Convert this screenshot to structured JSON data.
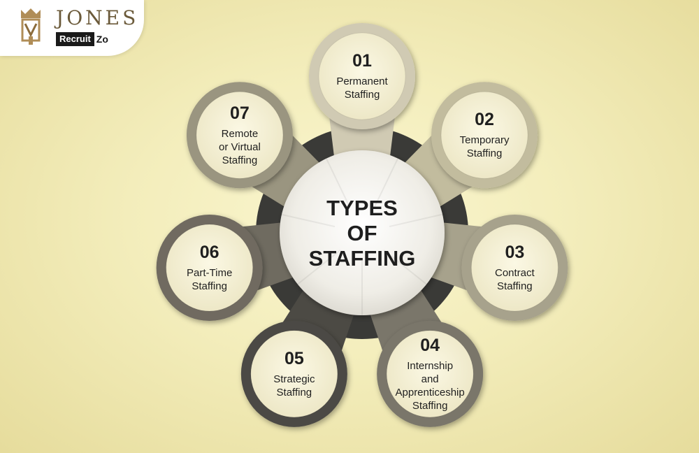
{
  "logo": {
    "main": "JONES",
    "sub_a": "Recruit",
    "sub_b": "Zo"
  },
  "center": {
    "lines": [
      "TYPES",
      "OF",
      "STAFFING"
    ]
  },
  "petal_colors": [
    "#d0cab3",
    "#c2bc9e",
    "#a7a28c",
    "#7a766a",
    "#4c4a44",
    "#6f6b60",
    "#9a9580"
  ],
  "items": [
    {
      "number": "01",
      "lines": [
        "Permanent",
        "Staffing"
      ]
    },
    {
      "number": "02",
      "lines": [
        "Temporary",
        "Staffing"
      ]
    },
    {
      "number": "03",
      "lines": [
        "Contract",
        "Staffing"
      ]
    },
    {
      "number": "04",
      "lines": [
        "Internship",
        "and",
        "Apprenticeship",
        "Staffing"
      ]
    },
    {
      "number": "05",
      "lines": [
        "Strategic",
        "Staffing"
      ]
    },
    {
      "number": "06",
      "lines": [
        "Part-Time",
        "Staffing"
      ]
    },
    {
      "number": "07",
      "lines": [
        "Remote",
        "or Virtual",
        "Staffing"
      ]
    }
  ]
}
